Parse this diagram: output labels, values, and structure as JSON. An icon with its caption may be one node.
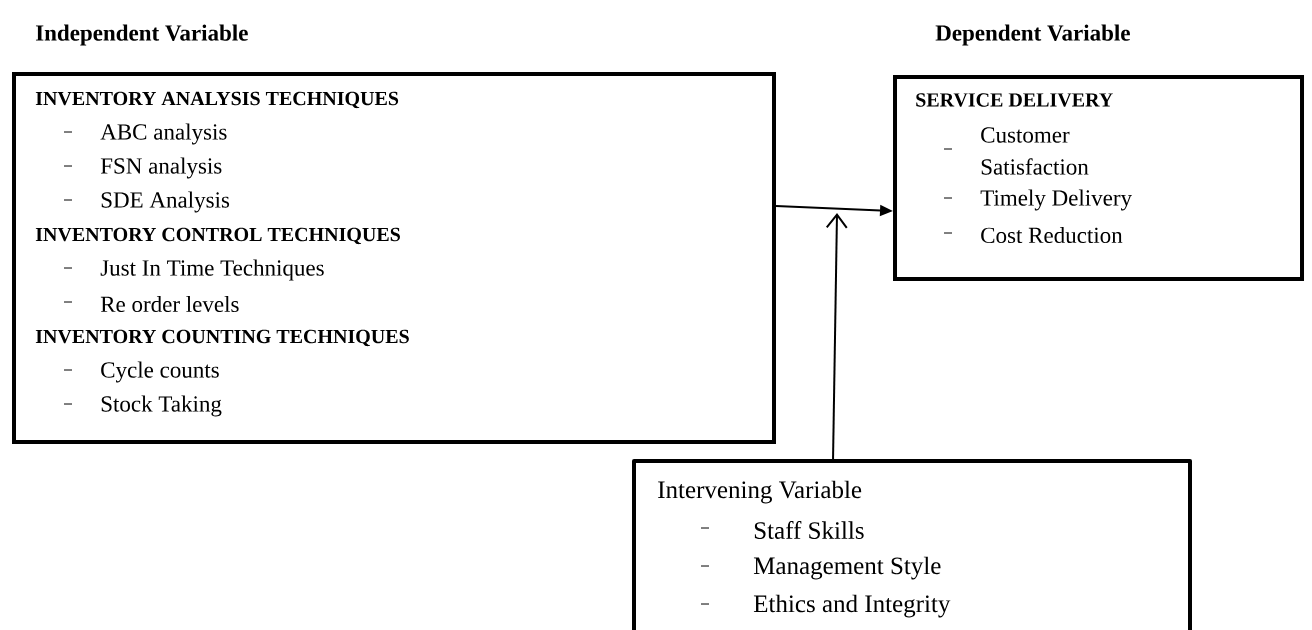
{
  "diagram": {
    "nodes": [
      {
        "text": [
          "Independent Variable",
          "INVENTORY ANALYSIS TECHNIQUES",
          "ABC analysis",
          "FSN analysis",
          "SDE Analysis",
          "INVENTORY CONTROL TECHNIQUES",
          "Just In Time Techniques",
          "Re order levels",
          "INVENTORY COUNTING TECHNIQUES",
          "Cycle counts",
          "Stock Taking"
        ]
      },
      {
        "text": [
          "Dependent Variable",
          "SERVICE DELIVERY",
          "Customer Satisfaction",
          "Timely Delivery",
          "Cost Reduction"
        ]
      },
      {
        "text": [
          "Intervening Variable",
          "Staff Skills",
          "Management Style",
          "Ethics and Integrity"
        ]
      }
    ],
    "edges": [
      {
        "from": 0,
        "to": 1,
        "arrow": "to"
      },
      {
        "from": 2,
        "to": null,
        "arrow": "to"
      }
    ]
  }
}
